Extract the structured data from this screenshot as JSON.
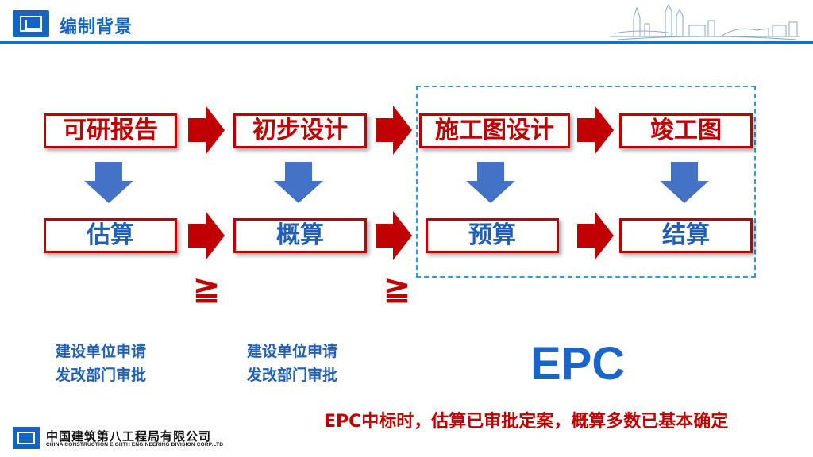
{
  "header": {
    "title": "编制背景"
  },
  "flow": {
    "top_row": [
      "可研报告",
      "初步设计",
      "施工图设计",
      "竣工图"
    ],
    "bottom_row": [
      "估算",
      "概算",
      "预算",
      "结算"
    ],
    "comparison_symbol": "≧"
  },
  "notes": [
    {
      "line1": "建设单位申请",
      "line2": "发改部门审批"
    },
    {
      "line1": "建设单位申请",
      "line2": "发改部门审批"
    }
  ],
  "epc": {
    "label": "EPC",
    "statement": "EPC中标时，估算已审批定案，概算多数已基本确定"
  },
  "footer": {
    "company_cn": "中国建筑第八工程局有限公司",
    "company_en": "CHINA CONSTRUCTION EIGHTH ENGINEERING DIVISION CORP.LTD"
  },
  "colors": {
    "brand_blue": "#1565c0",
    "accent_red": "#c00000",
    "arrow_blue": "#4472c4",
    "dash_blue": "#2e9be0"
  },
  "icons": [
    "company-logo-icon",
    "skyline-illustration",
    "right-arrow-icon",
    "down-arrow-icon"
  ]
}
